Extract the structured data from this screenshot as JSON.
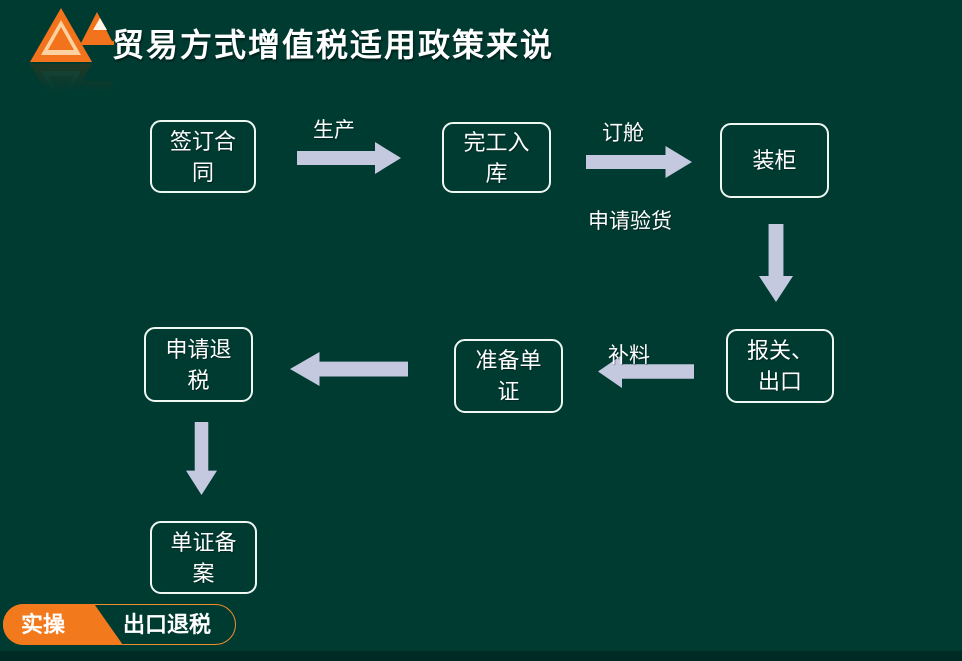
{
  "title": "贸易方式增值税适用政策来说",
  "logo": {
    "icon": "twin-triangles-logo"
  },
  "flowchart": {
    "nodes": [
      {
        "id": "sign-contract",
        "label": "签订合同"
      },
      {
        "id": "finish-warehouse",
        "label": "完工入库"
      },
      {
        "id": "load-container",
        "label": "装柜"
      },
      {
        "id": "customs-export",
        "label": "报关、出口"
      },
      {
        "id": "prepare-docs",
        "label": "准备单证"
      },
      {
        "id": "apply-refund",
        "label": "申请退税"
      },
      {
        "id": "doc-filing",
        "label": "单证备案"
      }
    ],
    "edge_labels": {
      "production": "生产",
      "booking": "订舱",
      "inspection": "申请验货",
      "supplement": "补料"
    }
  },
  "footer": {
    "tag": "实操",
    "topic": "出口退税"
  },
  "colors": {
    "background": "#003b32",
    "arrow": "#c4c9df",
    "accent_orange": "#f2731b",
    "logo_peach": "#fbd2a0",
    "logo_white": "#fff6e8",
    "box_border": "#eef7f2",
    "text": "#ffffff",
    "badge_border": "#f28b2a"
  }
}
